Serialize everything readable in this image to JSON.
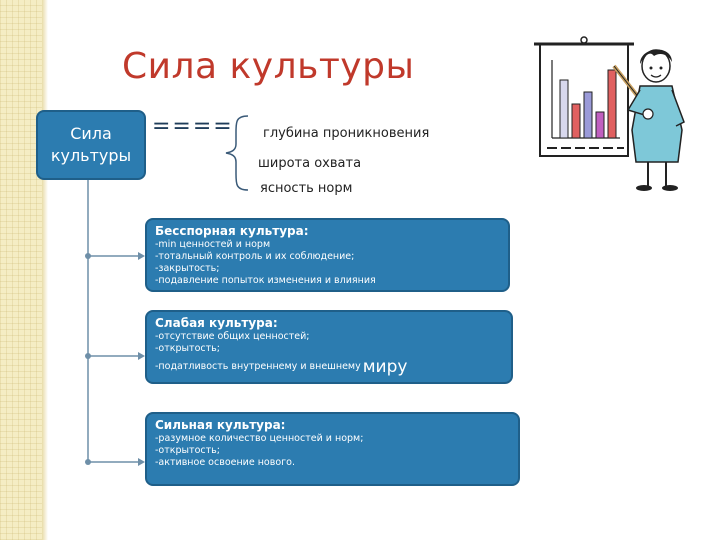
{
  "title": "Сила культуры",
  "main_box": {
    "label": "Сила культуры"
  },
  "equals": "====",
  "properties": [
    "глубина проникновения",
    "широта охвата",
    "ясность норм"
  ],
  "boxes": [
    {
      "title": "Бесспорная культура:",
      "lines": [
        "-min ценностей и норм",
        "-тотальный контроль и их соблюдение;",
        "-закрытость;",
        "-подавление попыток изменения и влияния"
      ]
    },
    {
      "title": "Слабая культура:",
      "lines": [
        "-отсутствие общих ценностей;",
        "-открытость;",
        "-податливость внутреннему и внешнему"
      ],
      "big_word": "миру"
    },
    {
      "title": "Сильная культура:",
      "lines": [
        "-разумное количество ценностей и норм;",
        "-открытость;",
        "-активное освоение нового."
      ]
    }
  ],
  "colors": {
    "title": "#c0392b",
    "box_fill": "#2c7cb0",
    "box_border": "#1f5f89",
    "strip": "#f5edc4"
  },
  "clipart": {
    "icon": "teacher-with-chart-icon"
  }
}
